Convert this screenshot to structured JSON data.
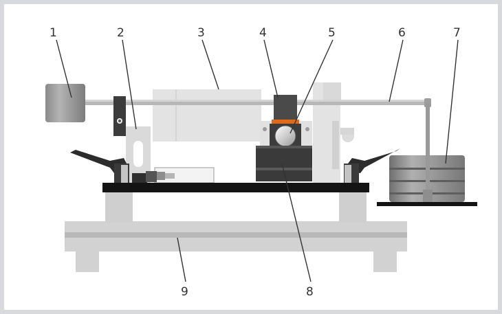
{
  "diagram": {
    "callouts": [
      {
        "id": "1",
        "label": "1"
      },
      {
        "id": "2",
        "label": "2"
      },
      {
        "id": "3",
        "label": "3"
      },
      {
        "id": "4",
        "label": "4"
      },
      {
        "id": "5",
        "label": "5"
      },
      {
        "id": "6",
        "label": "6"
      },
      {
        "id": "7",
        "label": "7"
      },
      {
        "id": "8",
        "label": "8"
      },
      {
        "id": "9",
        "label": "9"
      }
    ],
    "colors": {
      "frame": "#d7d9dd",
      "light_gray": "#c8c8c8",
      "mid_gray": "#a8a8a8",
      "dark_gray": "#4a4a4a",
      "black": "#141414",
      "accent_orange": "#e06a1c"
    }
  }
}
